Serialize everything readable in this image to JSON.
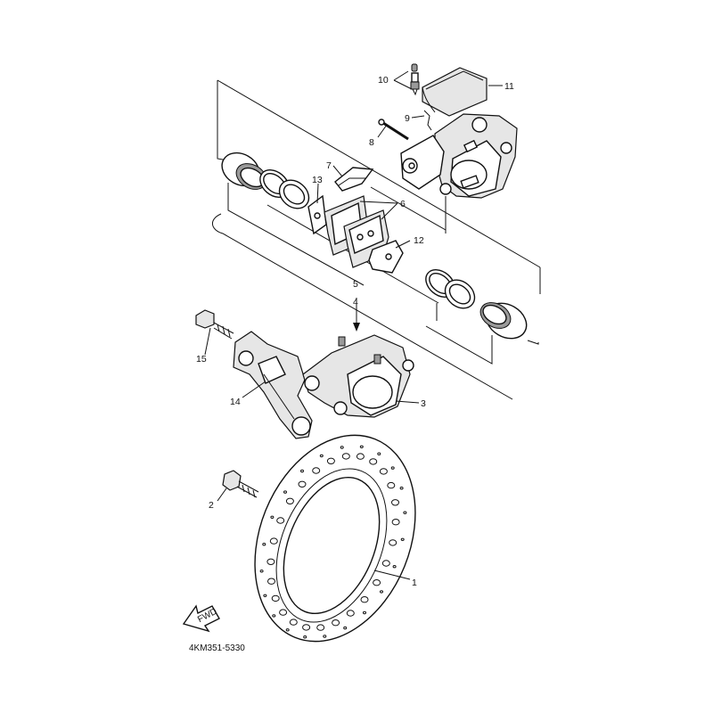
{
  "labels": {
    "p1": "1",
    "p2": "2",
    "p3": "3",
    "p4": "4",
    "p5": "5",
    "p6": "6",
    "p7": "7",
    "p8": "8",
    "p9": "9",
    "p10": "10",
    "p11": "11",
    "p12": "12",
    "p13": "13",
    "p14": "14",
    "p15": "15"
  },
  "fwd_label": "FWD",
  "diagram_code": "4KM351-5330"
}
